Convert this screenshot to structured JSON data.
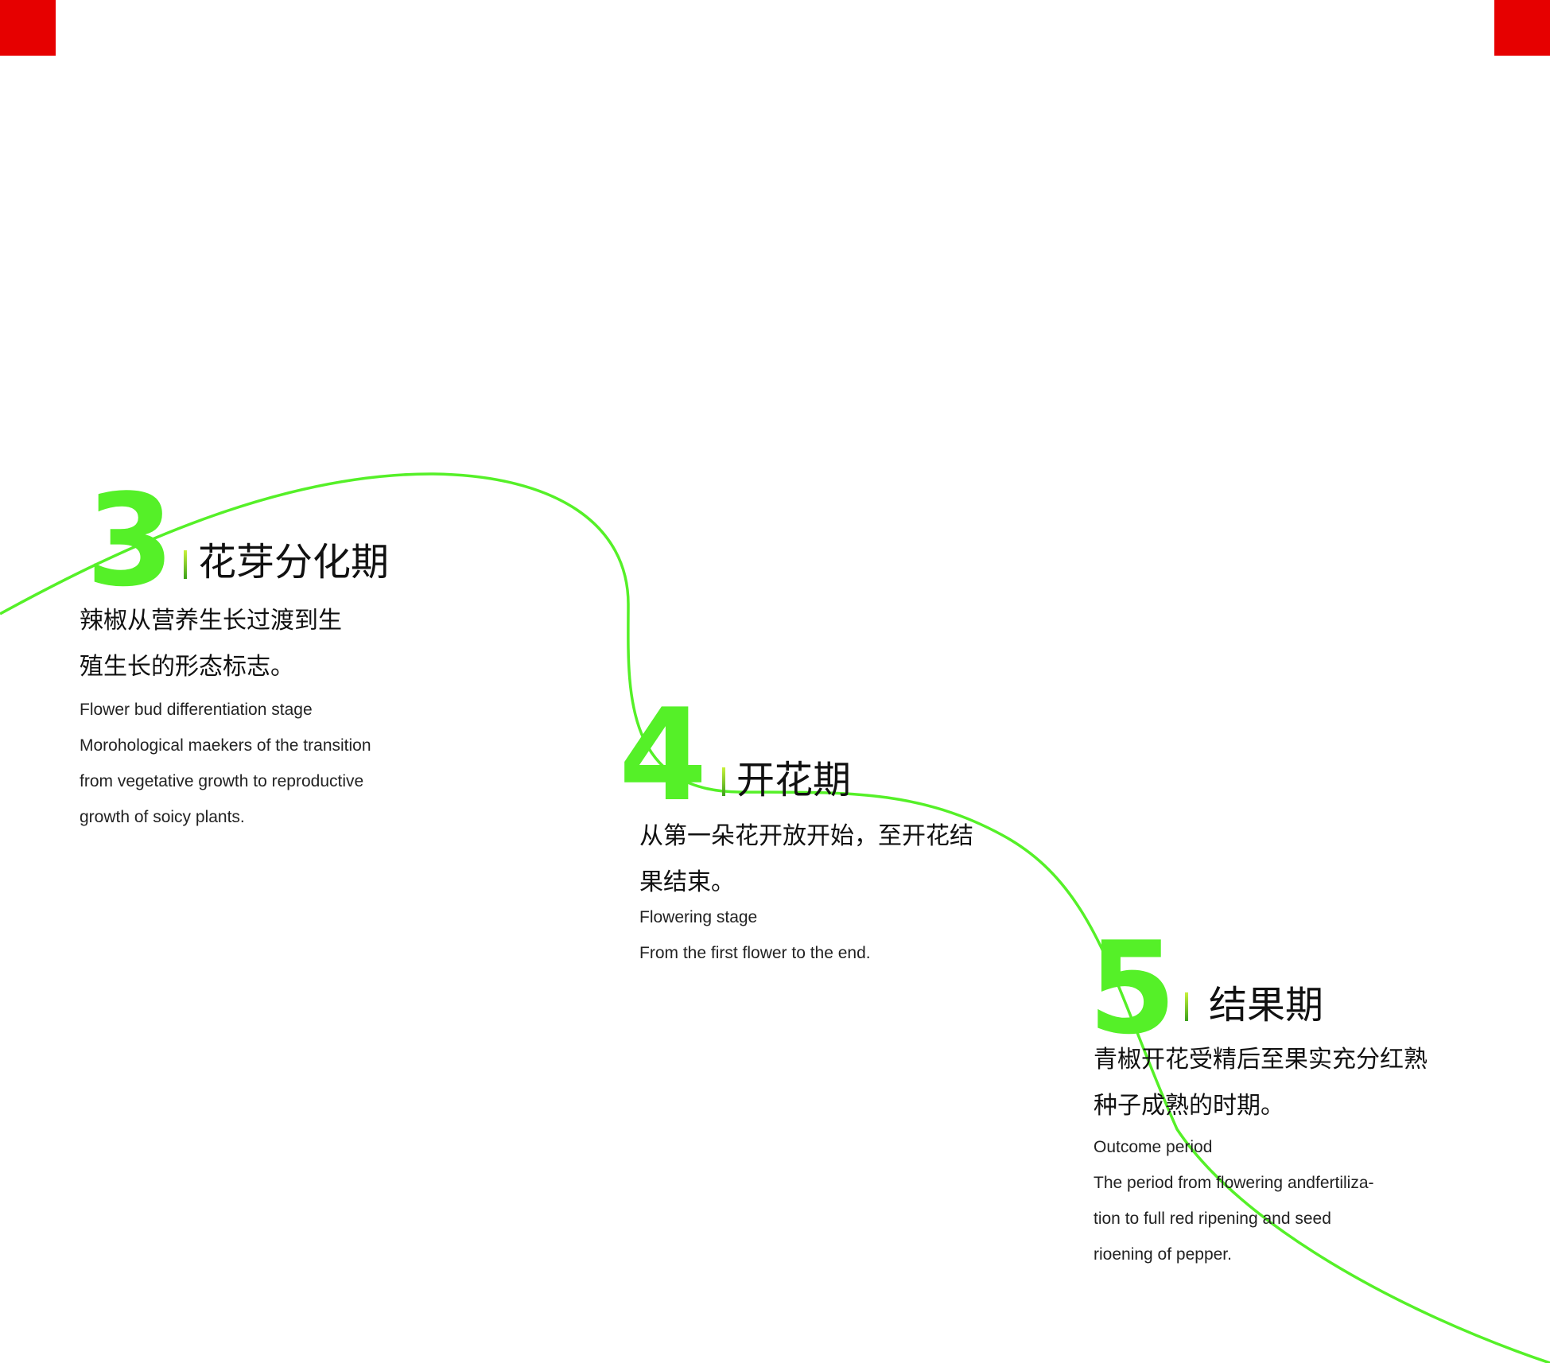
{
  "colors": {
    "accent_green": "#55f028",
    "corner_red": "#e60000",
    "text": "#111111"
  },
  "stages": [
    {
      "number": "3",
      "title": "花芽分化期",
      "desc_cn": [
        "辣椒从营养生长过渡到生",
        "殖生长的形态标志。"
      ],
      "desc_en": [
        "Flower bud differentiation stage",
        "Morohological maekers of the transition",
        "from vegetative growth to reproductive",
        "growth of soicy plants."
      ]
    },
    {
      "number": "4",
      "title": "开花期",
      "desc_cn": [
        "从第一朵花开放开始，至开花结",
        "果结束。"
      ],
      "desc_en": [
        "Flowering stage",
        "From the first flower to the end."
      ]
    },
    {
      "number": "5",
      "title": "结果期",
      "desc_cn": [
        "青椒开花受精后至果实充分红熟",
        "种子成熟的时期。"
      ],
      "desc_en": [
        "Outcome period",
        "The period from flowering andfertiliza-",
        "tion to full red ripening and seed",
        "rioening of pepper."
      ]
    }
  ]
}
